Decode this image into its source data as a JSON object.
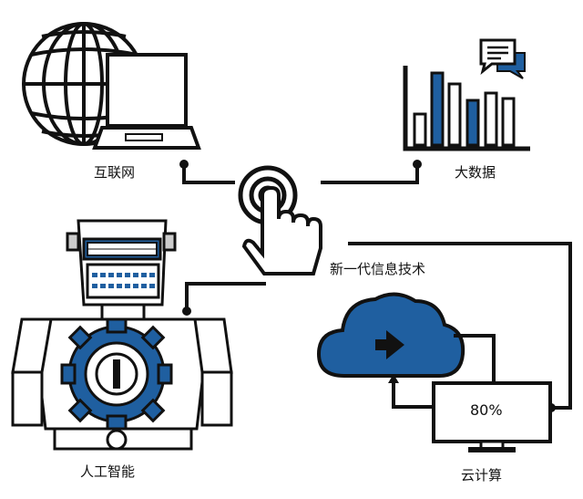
{
  "colors": {
    "accent": "#1f5fa0",
    "ink": "#111111",
    "paper": "#ffffff"
  },
  "center": {
    "label": "新一代信息技术",
    "icon": "touch-hand-icon"
  },
  "nodes": [
    {
      "id": "internet",
      "label": "互联网",
      "icon": "globe-laptop-icon"
    },
    {
      "id": "bigdata",
      "label": "大数据",
      "icon": "bar-chart-chat-icon"
    },
    {
      "id": "ai",
      "label": "人工智能",
      "icon": "robot-gear-icon"
    },
    {
      "id": "cloud",
      "label": "云计算",
      "icon": "cloud-monitor-icon",
      "monitor_value": "80%"
    }
  ]
}
